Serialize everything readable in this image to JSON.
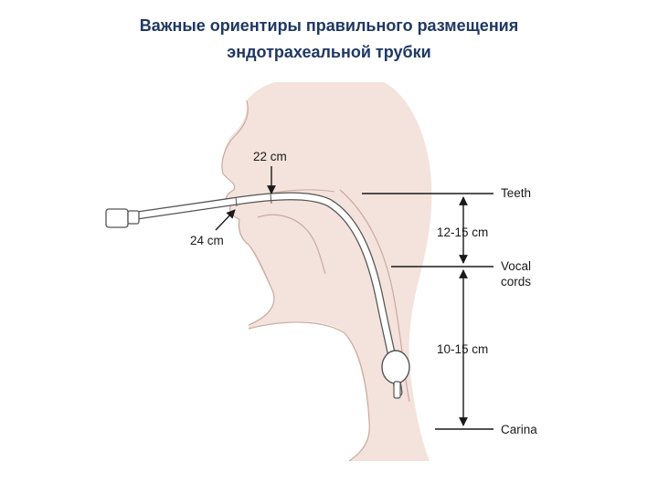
{
  "title": {
    "line1": "Важные ориентиры правильного размещения",
    "line2": "эндотрахеальной трубки"
  },
  "labels": {
    "cm22": "22 cm",
    "cm24": "24 cm",
    "teeth": "Teeth",
    "teeth_to_cords": "12-15 cm",
    "vocal_line1": "Vocal",
    "vocal_line2": "cords",
    "cords_to_carina": "10-15 cm",
    "carina": "Carina"
  },
  "colors": {
    "title": "#1f3864",
    "skin": "#f3e3dc",
    "skin_edge": "#c9a9a0",
    "tube": "#ffffff",
    "tube_edge": "#555555"
  }
}
